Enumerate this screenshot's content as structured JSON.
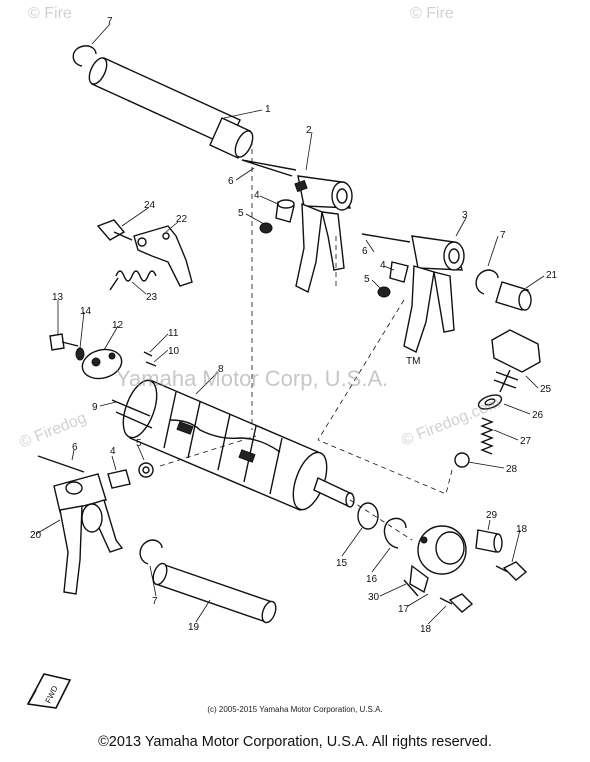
{
  "diagram": {
    "callouts": [
      {
        "id": "c7a",
        "label": "7"
      },
      {
        "id": "c1",
        "label": "1"
      },
      {
        "id": "c2",
        "label": "2"
      },
      {
        "id": "c6a",
        "label": "6"
      },
      {
        "id": "c4a",
        "label": "4"
      },
      {
        "id": "c5a",
        "label": "5"
      },
      {
        "id": "c24",
        "label": "24"
      },
      {
        "id": "c22",
        "label": "22"
      },
      {
        "id": "c23",
        "label": "23"
      },
      {
        "id": "c3",
        "label": "3"
      },
      {
        "id": "c6b",
        "label": "6"
      },
      {
        "id": "c7b",
        "label": "7"
      },
      {
        "id": "c21",
        "label": "21"
      },
      {
        "id": "c4b",
        "label": "4"
      },
      {
        "id": "c5b",
        "label": "5"
      },
      {
        "id": "c13",
        "label": "13"
      },
      {
        "id": "c14",
        "label": "14"
      },
      {
        "id": "c12",
        "label": "12"
      },
      {
        "id": "c11",
        "label": "11"
      },
      {
        "id": "c10",
        "label": "10"
      },
      {
        "id": "c8",
        "label": "8"
      },
      {
        "id": "c9",
        "label": "9"
      },
      {
        "id": "c25",
        "label": "25"
      },
      {
        "id": "c26",
        "label": "26"
      },
      {
        "id": "c27",
        "label": "27"
      },
      {
        "id": "c28",
        "label": "28"
      },
      {
        "id": "c6c",
        "label": "6"
      },
      {
        "id": "c4c",
        "label": "4"
      },
      {
        "id": "c5c",
        "label": "5"
      },
      {
        "id": "c20",
        "label": "20"
      },
      {
        "id": "c7c",
        "label": "7"
      },
      {
        "id": "c19",
        "label": "19"
      },
      {
        "id": "c15",
        "label": "15"
      },
      {
        "id": "c16",
        "label": "16"
      },
      {
        "id": "c29",
        "label": "29"
      },
      {
        "id": "c18a",
        "label": "18"
      },
      {
        "id": "c30",
        "label": "30"
      },
      {
        "id": "c17",
        "label": "17"
      },
      {
        "id": "c18b",
        "label": "18"
      }
    ],
    "tm_mark": "TM",
    "front_arrow": "FWD"
  },
  "watermarks": {
    "center": "Yamaha Motor Corp, U.S.A.",
    "firedog_right": "© Firedog.com",
    "firedog_left": "© Firedog",
    "firedog_top_left": "© Fire",
    "firedog_top_right": "© Fire"
  },
  "footer": {
    "small_copyright": "(c) 2005-2015 Yamaha Motor Corporation, U.S.A.",
    "main_copyright": "©2013 Yamaha Motor Corporation, U.S.A. All rights reserved."
  },
  "colors": {
    "ink": "#111111",
    "background": "#ffffff",
    "watermark": "#9a9a9a"
  }
}
